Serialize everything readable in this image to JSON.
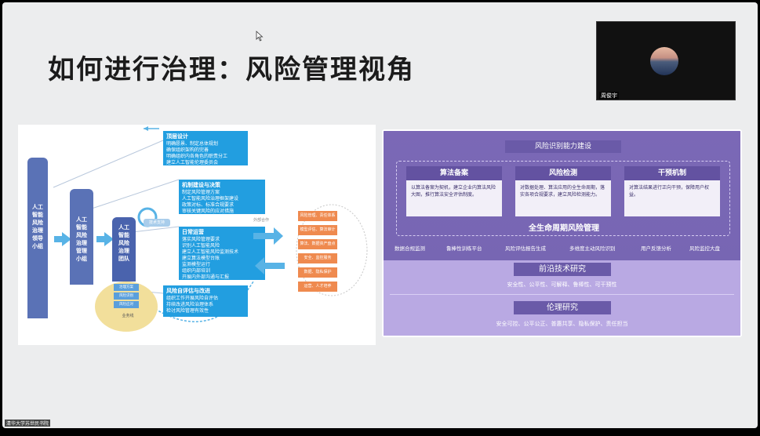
{
  "slide": {
    "title": "如何进行治理：风险管理视角"
  },
  "video": {
    "participant_name": "周俊宇",
    "bottom_caption": "清华大学苏世民书院"
  },
  "left_diagram": {
    "pillars": [
      {
        "label": "人工\n智能\n风险\n治理\n领导\n小组"
      },
      {
        "label": "人工\n智能\n风险\n治理\n管理\n小组"
      },
      {
        "label": "人工\n智能\n风险\n治理\n团队"
      }
    ],
    "boxes": [
      {
        "title": "顶层设计",
        "lines": [
          "明确愿景、制定总体规划",
          "确保组织架构的完善",
          "明确组织内各角色的职责分工",
          "建立人工智能伦理委员会"
        ]
      },
      {
        "title": "机制建设与决策",
        "lines": [
          "制定风险管理方案",
          "人工智能风险治理框架建设",
          "政策对标、标准合规要求",
          "审核关键风险的应对措施"
        ]
      },
      {
        "title": "日常运营",
        "lines": [
          "落实风险管理要求",
          "识别人工智能风险",
          "建立人工智能风险监测技术",
          "建立算法模型台账",
          "监测模型运行",
          "组织内部培训",
          "开展内外部沟通与汇报"
        ]
      },
      {
        "title": "风险自评估与改进",
        "lines": [
          "组织工作开展风险自评估",
          "持续改进风险治理体系",
          "检讨风险管理有效性"
        ]
      }
    ],
    "oval_items": [
      "治理方案",
      "风险识别",
      "风险应对"
    ],
    "oval_label": "业务线",
    "circle_label": "技术支持",
    "flow_label": "外部合作",
    "orange_items": [
      "风险管理、责任体系",
      "模型评估、算法审计",
      "算法、数据资产盘点",
      "安全、监控服务",
      "数据、隐私保护",
      "运营、人才培养"
    ]
  },
  "right_diagram": {
    "header": "风险识别能力建设",
    "cards": [
      {
        "title": "算法备案",
        "body": "以算法备案为契机，建立企业内算法风险大图，推行算法安全评估制度。"
      },
      {
        "title": "风险检测",
        "body": "对数据处理、算法应用的全生命周期，落实各项合规要求，建立风险检测能力。"
      },
      {
        "title": "干预机制",
        "body": "对算法结果进行正向干预，保障用户权益。"
      }
    ],
    "lifecycle": "全生命周期风险管理",
    "features": [
      "数据合规监测",
      "鲁棒性训练平台",
      "风险评估报告生成",
      "多维度主动风险识别",
      "用户反馈分析",
      "风险监控大盘"
    ],
    "section2_title": "前沿技术研究",
    "section2_sub": "安全性、公平性、可解释、鲁棒性、可干预性",
    "section3_title": "伦理研究",
    "section3_sub": "安全可控、公平公正、普惠共享、隐私保护、责任担当"
  },
  "colors": {
    "pillar": "#5a72b6",
    "box": "#229ee0",
    "orange": "#ef8a4f",
    "purple_dark": "#6352a1",
    "purple_light": "#b9a9e3"
  }
}
